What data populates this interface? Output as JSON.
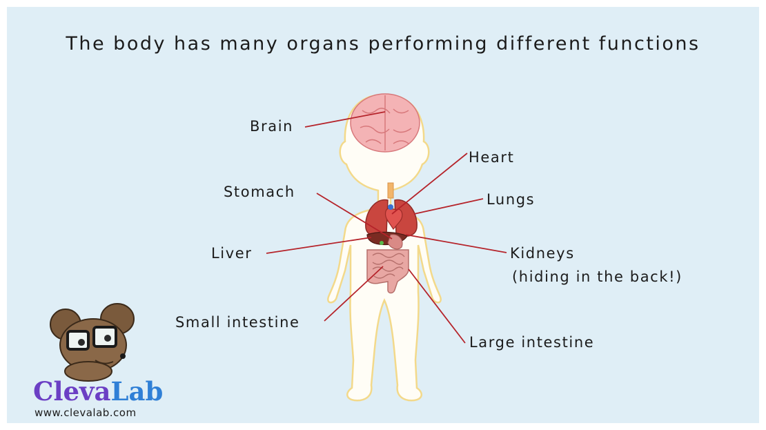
{
  "title": "The body has many organs performing different functions",
  "labels": {
    "brain": "Brain",
    "heart": "Heart",
    "stomach": "Stomach",
    "lungs": "Lungs",
    "liver": "Liver",
    "kidneys_line1": "Kidneys",
    "kidneys_line2": "(hiding in the back!)",
    "small_intestine": "Small intestine",
    "large_intestine": "Large intestine"
  },
  "logo": {
    "name_part1": "Cleva",
    "name_part2": "Lab",
    "url": "www.clevalab.com"
  },
  "colors": {
    "background": "#dfeef6",
    "body_fill": "#fffdf6",
    "body_outline": "#f3d98a",
    "leader_lines": "#b5232a",
    "brain": "#f4b3b5",
    "lungs": "#c9463f",
    "heart": "#e0534f",
    "liver": "#7a2b22",
    "intestine": "#e8a7a3",
    "logo_purple": "#6b3fc4",
    "logo_blue": "#2f7fd6"
  }
}
